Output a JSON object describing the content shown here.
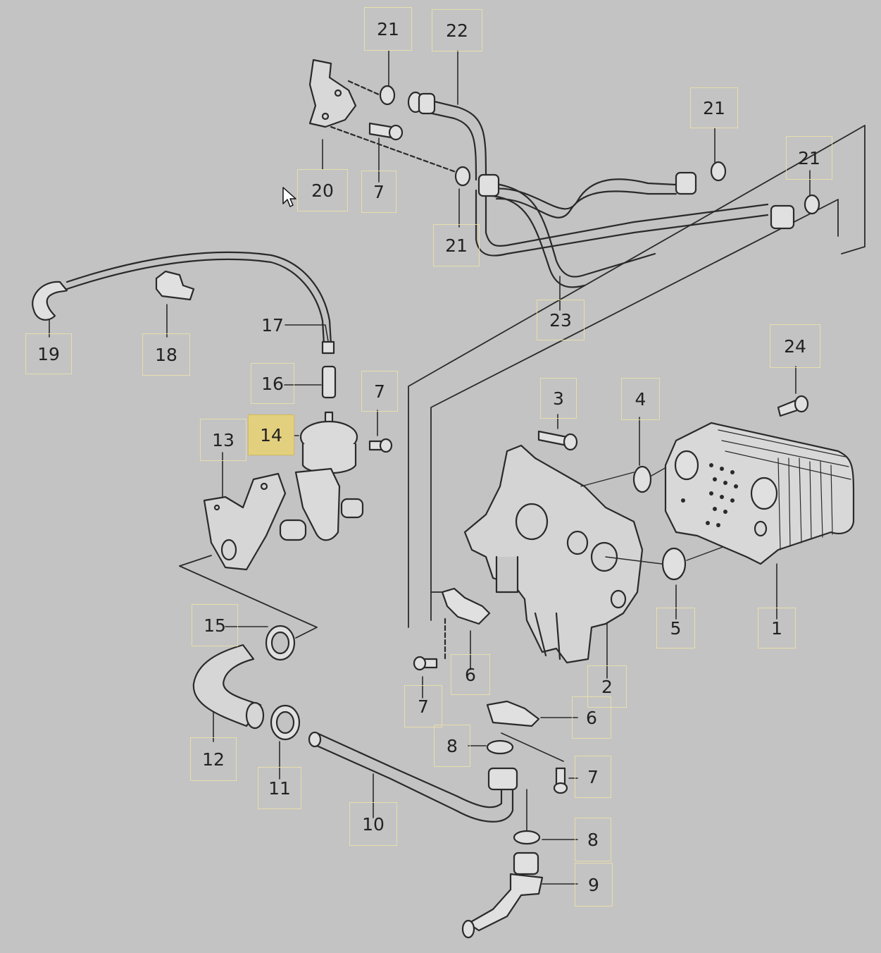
{
  "diagram": {
    "colors": {
      "background": "#c3c3c3",
      "line": "#2a2a2a",
      "highlight": "#e3d07f"
    },
    "highlighted_part": "14",
    "parts": [
      {
        "id": "p21a",
        "label": "21"
      },
      {
        "id": "p22",
        "label": "22"
      },
      {
        "id": "p21b",
        "label": "21"
      },
      {
        "id": "p21c",
        "label": "21"
      },
      {
        "id": "p20",
        "label": "20"
      },
      {
        "id": "p7a",
        "label": "7"
      },
      {
        "id": "p21d",
        "label": "21"
      },
      {
        "id": "p23",
        "label": "23"
      },
      {
        "id": "p17",
        "label": "17"
      },
      {
        "id": "p19",
        "label": "19"
      },
      {
        "id": "p18",
        "label": "18"
      },
      {
        "id": "p24",
        "label": "24"
      },
      {
        "id": "p16",
        "label": "16"
      },
      {
        "id": "p7b",
        "label": "7"
      },
      {
        "id": "p3",
        "label": "3"
      },
      {
        "id": "p4",
        "label": "4"
      },
      {
        "id": "p14",
        "label": "14"
      },
      {
        "id": "p13",
        "label": "13"
      },
      {
        "id": "p5",
        "label": "5"
      },
      {
        "id": "p1",
        "label": "1"
      },
      {
        "id": "p15",
        "label": "15"
      },
      {
        "id": "p6a",
        "label": "6"
      },
      {
        "id": "p2",
        "label": "2"
      },
      {
        "id": "p7c",
        "label": "7"
      },
      {
        "id": "p6b",
        "label": "6"
      },
      {
        "id": "p12",
        "label": "12"
      },
      {
        "id": "p11",
        "label": "11"
      },
      {
        "id": "p8a",
        "label": "8"
      },
      {
        "id": "p7d",
        "label": "7"
      },
      {
        "id": "p10",
        "label": "10"
      },
      {
        "id": "p8b",
        "label": "8"
      },
      {
        "id": "p9",
        "label": "9"
      }
    ]
  }
}
